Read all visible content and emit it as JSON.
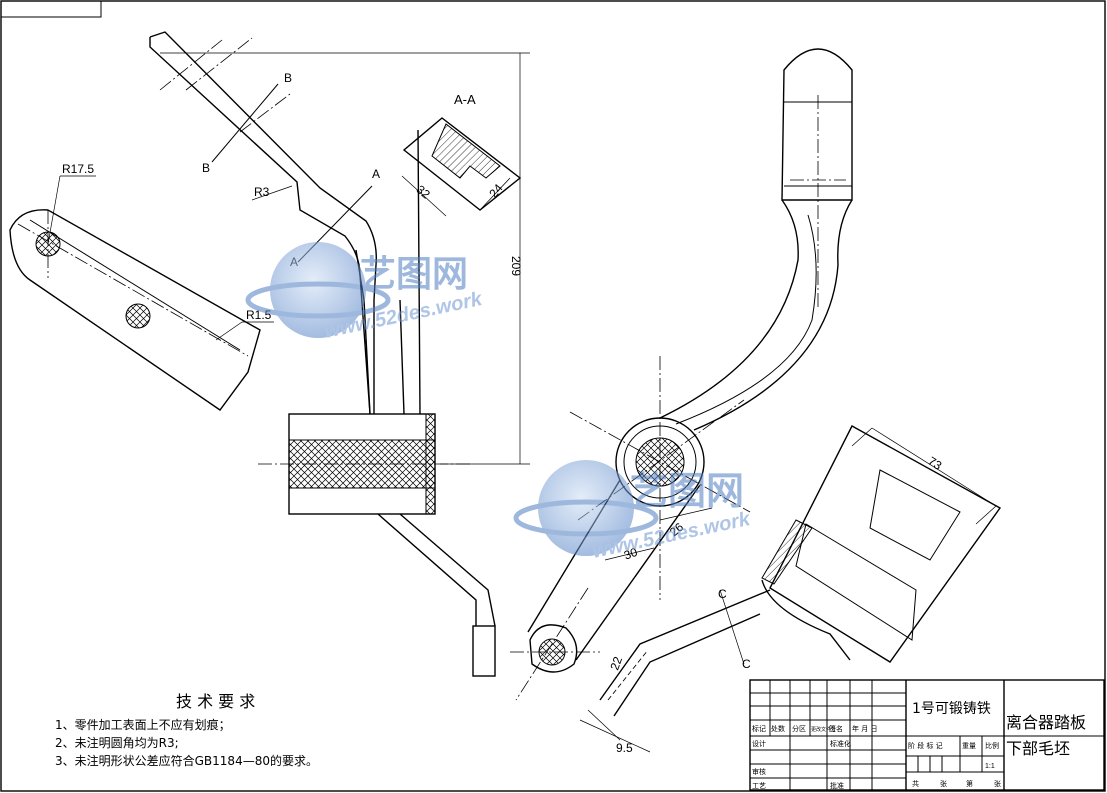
{
  "drawing": {
    "section_label": "A-A",
    "dims": {
      "r175": "R17.5",
      "r3": "R3",
      "r15": "R1.5",
      "d32": "32",
      "d24": "24",
      "d209": "209",
      "d73": "73",
      "d26": "26",
      "d30": "30",
      "d22": "22",
      "d95": "9.5"
    },
    "section_marks": {
      "a": "A",
      "b": "B",
      "c": "C"
    }
  },
  "requirements": {
    "heading": "技 术 要 求",
    "items": [
      "1、零件加工表面上不应有划痕；",
      "2、未注明圆角均为R3;",
      "3、未注明形状公差应符合GB1184—80的要求。"
    ]
  },
  "title_block": {
    "material": "1号可锻铸铁",
    "part_name_line1": "离合器踏板",
    "part_name_line2": "下部毛坯",
    "scale": "1:1",
    "headers": [
      "标记",
      "处数",
      "分区",
      "更改文件号",
      "签名",
      "年 月 日"
    ],
    "roles": [
      "设计",
      "审核",
      "工艺"
    ],
    "std_roles": [
      "标准化",
      "批准"
    ],
    "stage_labels": [
      "阶 段 标 记",
      "重量",
      "比例"
    ],
    "sheet_labels": [
      "共",
      "张",
      "第",
      "张"
    ]
  },
  "watermark": {
    "brand": "艺图网",
    "url": "www.52des.work"
  }
}
